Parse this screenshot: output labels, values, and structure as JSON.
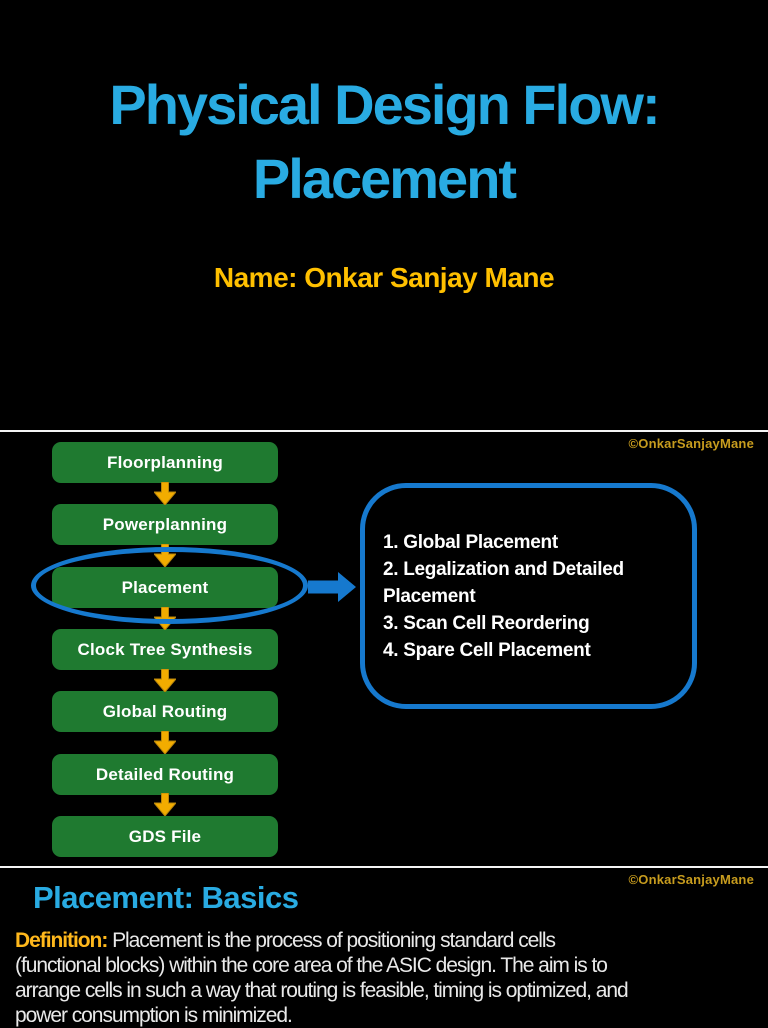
{
  "watermark": "©OnkarSanjayMane",
  "slide1": {
    "title_lines": [
      "Physical Design Flow:",
      "Placement"
    ],
    "subtitle": "Name: Onkar Sanjay Mane"
  },
  "slide2": {
    "flow_steps": [
      "Floorplanning",
      "Powerplanning",
      "Placement",
      "Clock Tree Synthesis",
      "Global Routing",
      "Detailed Routing",
      "GDS File"
    ],
    "highlighted_step": "Placement",
    "callout_items": [
      "1. Global Placement",
      "2. Legalization and Detailed Placement",
      "3. Scan Cell Reordering",
      "4. Spare Cell Placement"
    ]
  },
  "slide3": {
    "heading": "Placement: Basics",
    "definition_label": "Definition:",
    "definition_lines": [
      "Placement is the process of positioning standard cells",
      "(functional blocks) within the core area of the ASIC design. The aim is to",
      "arrange cells in such a way that routing is feasible, timing is optimized, and",
      "power consumption is minimized."
    ]
  },
  "colors": {
    "title_blue": "#29ABE2",
    "accent_gold": "#FFC000",
    "box_green": "#1F7A30",
    "shape_blue": "#1679CE",
    "arrow_gold": "#F2AC00",
    "watermark_gold": "#C79C1E",
    "body_text": "#E9E9E9"
  }
}
